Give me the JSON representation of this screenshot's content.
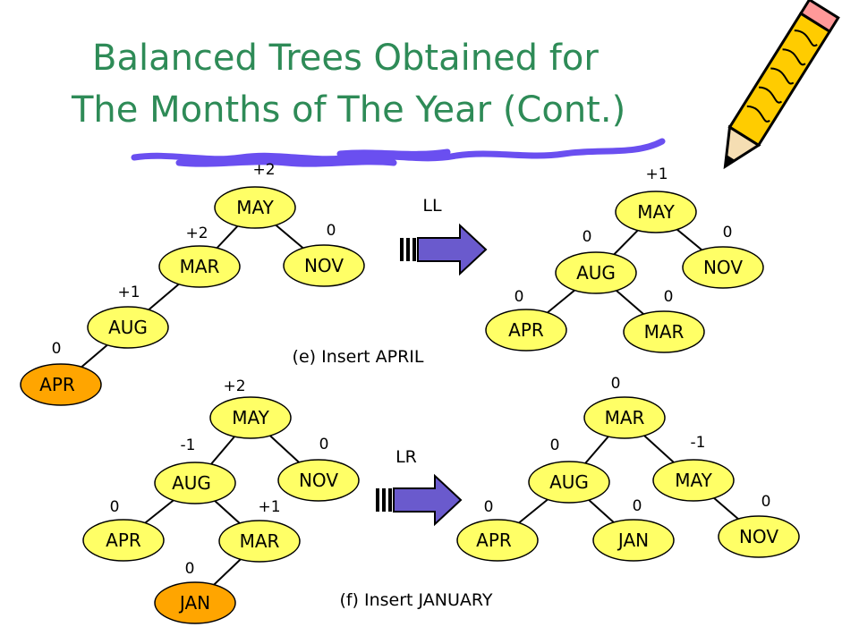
{
  "colors": {
    "title": "#2e8b57",
    "node_fill": "#ffff66",
    "node_highlight": "#ffa500",
    "arrow": "#6a5acd",
    "underline": "#6a4ff0",
    "pencil_body": "#ffcc00"
  },
  "title": {
    "line1": "Balanced Trees Obtained for",
    "line2": "The Months of The Year (Cont.)"
  },
  "decorations": {
    "pencil": "pencil-icon"
  },
  "section_e": {
    "caption": "(e) Insert APRIL",
    "rotation": "LL",
    "before": {
      "nodes": [
        {
          "label": "MAY",
          "bf": "+2"
        },
        {
          "label": "MAR",
          "bf": "+2"
        },
        {
          "label": "NOV",
          "bf": "0"
        },
        {
          "label": "AUG",
          "bf": "+1"
        },
        {
          "label": "APR",
          "bf": "0"
        }
      ]
    },
    "after": {
      "nodes": [
        {
          "label": "MAY",
          "bf": "+1"
        },
        {
          "label": "AUG",
          "bf": "0"
        },
        {
          "label": "NOV",
          "bf": "0"
        },
        {
          "label": "APR",
          "bf": "0"
        },
        {
          "label": "MAR",
          "bf": "0"
        }
      ]
    }
  },
  "section_f": {
    "caption": "(f) Insert JANUARY",
    "rotation": "LR",
    "before": {
      "nodes": [
        {
          "label": "MAY",
          "bf": "+2"
        },
        {
          "label": "AUG",
          "bf": "-1"
        },
        {
          "label": "NOV",
          "bf": "0"
        },
        {
          "label": "APR",
          "bf": "0"
        },
        {
          "label": "MAR",
          "bf": "+1"
        },
        {
          "label": "JAN",
          "bf": "0"
        }
      ]
    },
    "after": {
      "nodes": [
        {
          "label": "MAR",
          "bf": "0"
        },
        {
          "label": "AUG",
          "bf": "0"
        },
        {
          "label": "MAY",
          "bf": "-1"
        },
        {
          "label": "APR",
          "bf": "0"
        },
        {
          "label": "JAN",
          "bf": "0"
        },
        {
          "label": "NOV",
          "bf": "0"
        }
      ]
    }
  }
}
